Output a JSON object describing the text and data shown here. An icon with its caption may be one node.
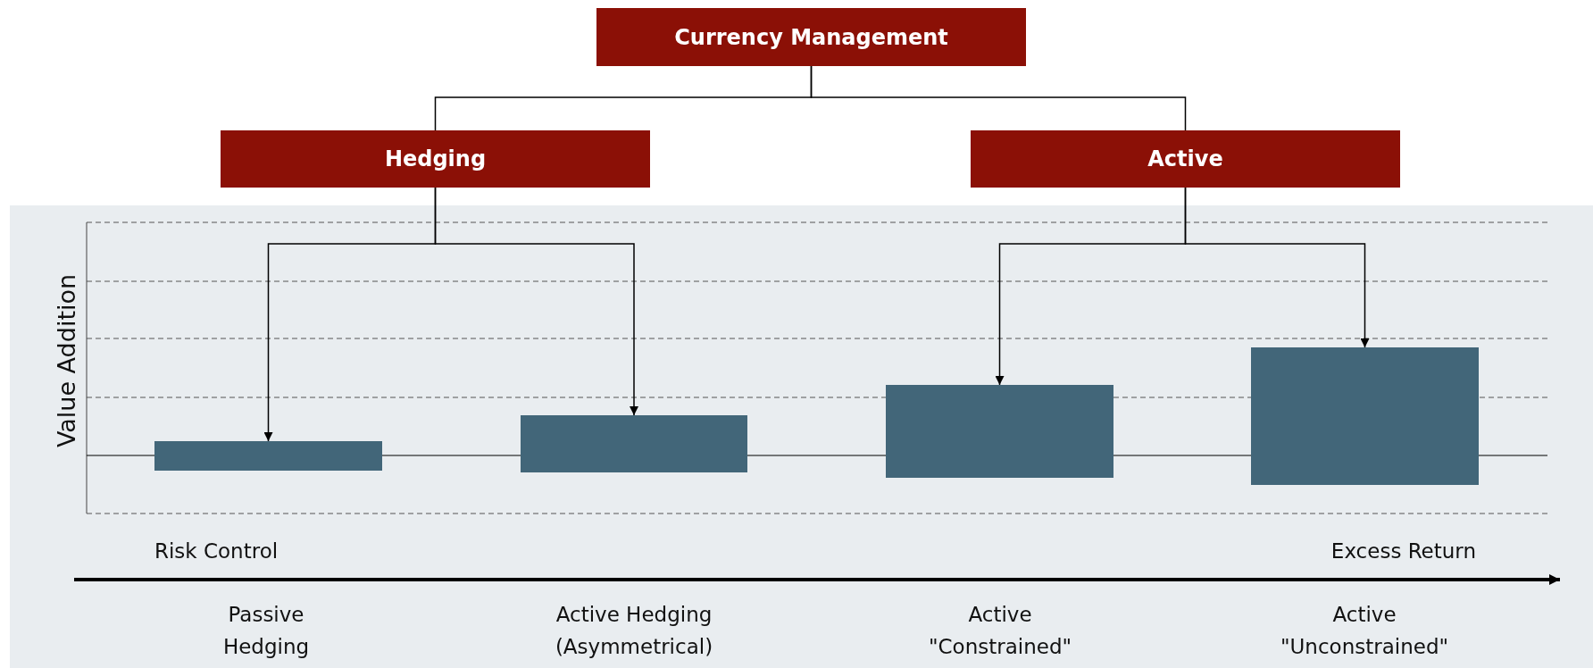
{
  "diagram": {
    "nodes": [
      {
        "text": [
          "Currency Management"
        ]
      },
      {
        "text": [
          "Hedging"
        ]
      },
      {
        "text": [
          "Active"
        ]
      },
      {
        "text": [],
        "shape": "bar"
      },
      {
        "text": [],
        "shape": "bar"
      },
      {
        "text": [],
        "shape": "bar"
      },
      {
        "text": [],
        "shape": "bar"
      }
    ],
    "edges": [
      {
        "from": 0,
        "to": 1,
        "arrow": "none"
      },
      {
        "from": 0,
        "to": 2,
        "arrow": "none"
      },
      {
        "from": 1,
        "to": 3,
        "arrow": "to"
      },
      {
        "from": 1,
        "to": 4,
        "arrow": "to"
      },
      {
        "from": 2,
        "to": 5,
        "arrow": "to"
      },
      {
        "from": 2,
        "to": 6,
        "arrow": "to"
      }
    ],
    "labels": [
      "Value Addition",
      "Risk Control",
      "Excess Return",
      "Passive Hedging",
      "Active Hedging (Asymmetrical)",
      "Active \"Constrained\"",
      "Active \"Unconstrained\""
    ]
  }
}
